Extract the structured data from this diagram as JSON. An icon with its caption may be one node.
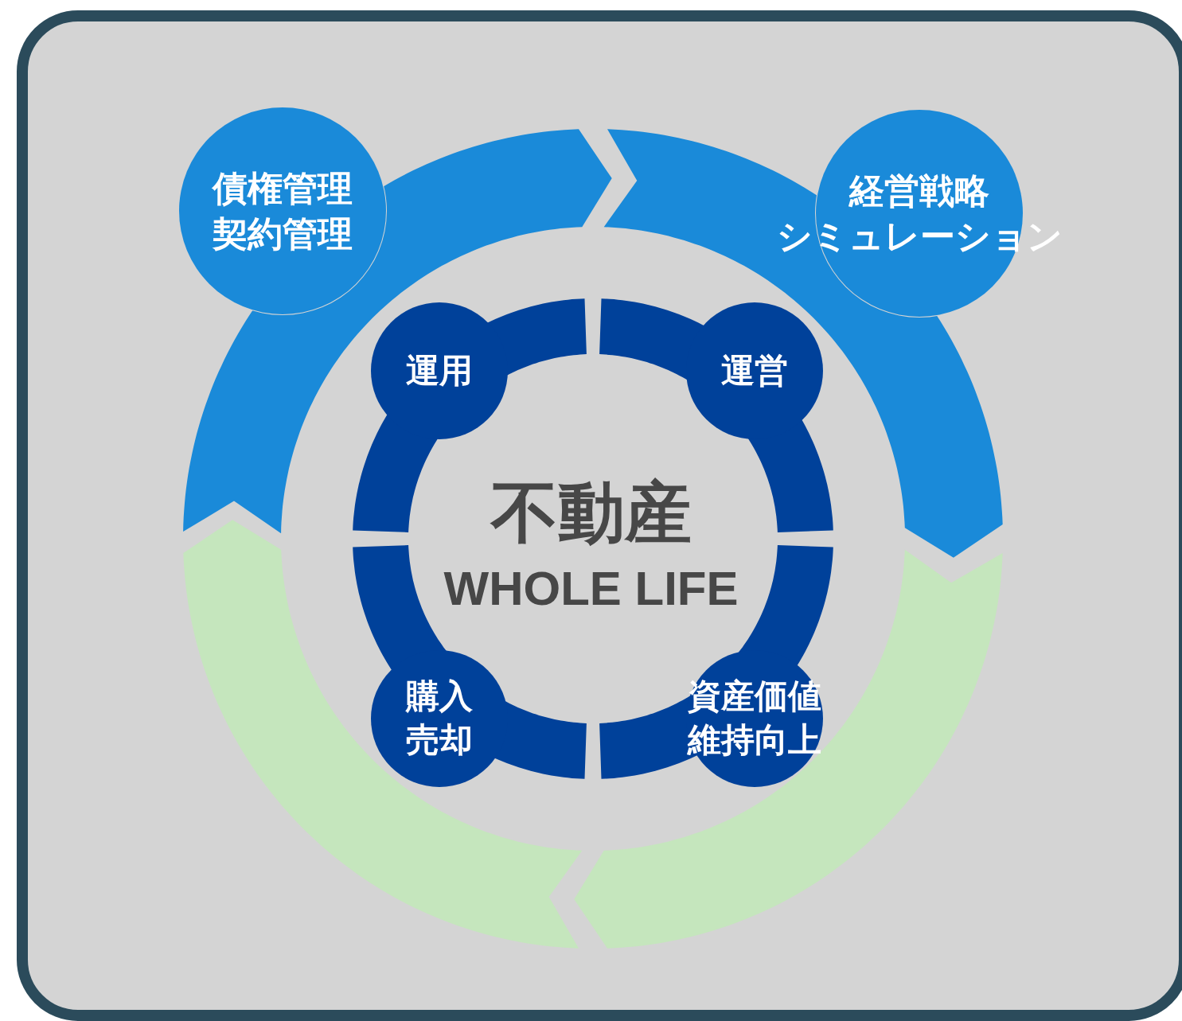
{
  "diagram": {
    "nodes": [
      {
        "text": [
          "債権管理",
          "契約管理"
        ]
      },
      {
        "text": [
          "経営戦略",
          "シミュレーション"
        ]
      },
      {
        "text": [
          "運用"
        ]
      },
      {
        "text": [
          "運営"
        ]
      },
      {
        "text": [
          "購入",
          "売却"
        ]
      },
      {
        "text": [
          "資産価値維持向上"
        ]
      }
    ],
    "labels": [
      "不動産",
      "WHOLE LIFE"
    ]
  }
}
